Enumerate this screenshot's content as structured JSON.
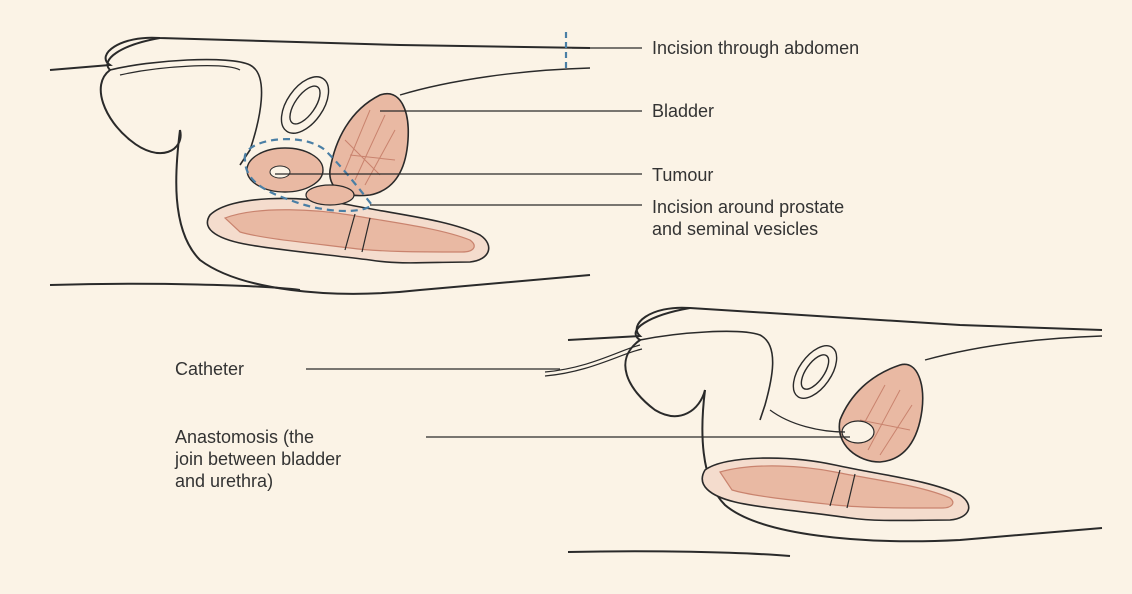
{
  "labels": {
    "incision_abdomen": "Incision through abdomen",
    "bladder": "Bladder",
    "tumour": "Tumour",
    "incision_prostate_line1": "Incision around prostate",
    "incision_prostate_line2": "and seminal vesicles",
    "catheter": "Catheter",
    "anastomosis_line1": "Anastomosis (the",
    "anastomosis_line2": "join between bladder",
    "anastomosis_line3": "and urethra)"
  },
  "colors": {
    "background": "#fbf3e6",
    "outline": "#2a2a2a",
    "organ_fill": "#e9b9a3",
    "organ_dark": "#c9836e",
    "tissue_fill": "#f4dccd",
    "incision_dash": "#4a7fa5"
  }
}
